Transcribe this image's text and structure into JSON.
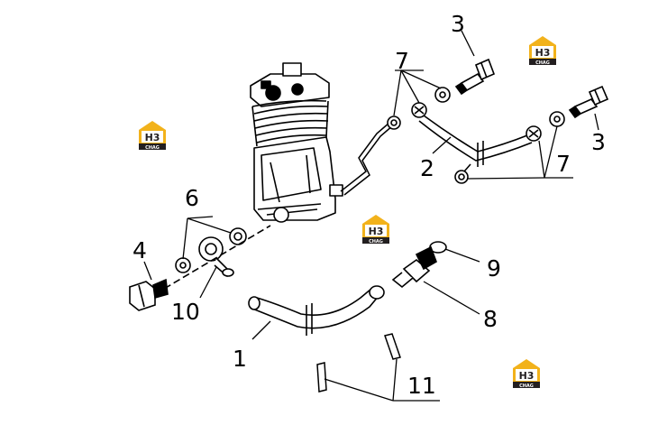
{
  "callouts": {
    "c1": "1",
    "c2": "2",
    "c3a": "3",
    "c3b": "3",
    "c4": "4",
    "c6": "6",
    "c7a": "7",
    "c7b": "7",
    "c8": "8",
    "c9": "9",
    "c10": "10",
    "c11": "11"
  },
  "watermark": {
    "letters": "H3",
    "sub": "CHAG",
    "color_gold": "#f2b21b",
    "color_dark": "#231f20"
  }
}
